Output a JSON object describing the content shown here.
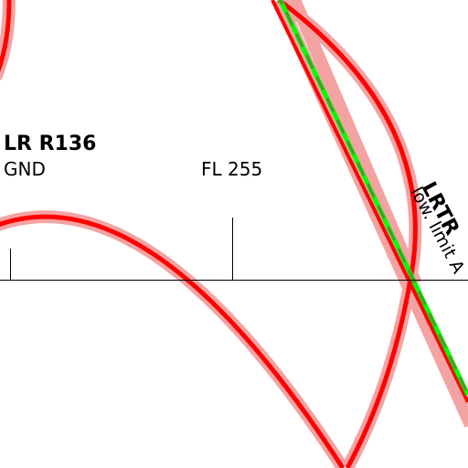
{
  "map": {
    "colors": {
      "background": "#ffffff",
      "airspace_border": "#ff0000",
      "airspace_halo": "#f4a3a3",
      "route_line": "#00ff00",
      "route_dash": "#4a9a2a",
      "profile_line": "#000000"
    },
    "zones": [
      {
        "name": "LR R136",
        "lower": "GND",
        "upper": "FL 255"
      },
      {
        "name": "LRTR",
        "lower": "low. limit A"
      }
    ]
  }
}
